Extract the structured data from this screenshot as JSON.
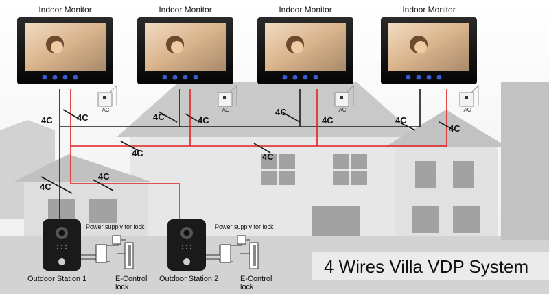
{
  "diagram": {
    "title": "4 Wires Villa VDP System",
    "monitor_label": "Indoor Monitor",
    "ac_label": "AC",
    "cable_label": "4C",
    "power_supply_label": "Power supply for lock",
    "outdoor_station_1": "Outdoor Station 1",
    "outdoor_station_2": "Outdoor Station 2",
    "econtrol_line1": "E-Control",
    "econtrol_line2": "lock"
  },
  "colors": {
    "black_wire": "#1a1a1a",
    "red_wire": "#e02020",
    "monitor_frame": "#0c0c0c",
    "background_house": "#d9d9d9"
  },
  "icons": [
    "person-photo",
    "button-dots",
    "ac-adapter",
    "camera-lens",
    "lock-switch"
  ]
}
